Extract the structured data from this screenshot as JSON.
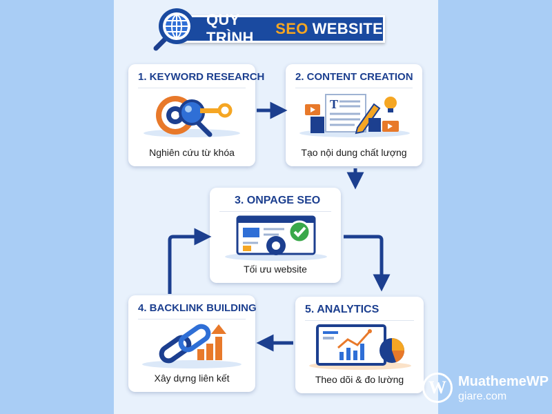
{
  "title": {
    "prefix": "QUY TRÌNH",
    "highlight": "SEO",
    "suffix": "WEBSITE"
  },
  "steps": [
    {
      "title": "1. KEYWORD RESEARCH",
      "label": "Nghiên cứu từ khóa"
    },
    {
      "title": "2. CONTENT CREATION",
      "label": "Tạo nội dung chất lượng"
    },
    {
      "title": "3. ONPAGE SEO",
      "label": "Tối ưu website"
    },
    {
      "title": "4. BACKLINK BUILDING",
      "label": "Xây dựng liên kết"
    },
    {
      "title": "5. ANALYTICS",
      "label": "Theo dõi & đo lường"
    }
  ],
  "watermark": {
    "mark": "W",
    "line1": "MuathemeWP",
    "line2": "giare.com"
  },
  "colors": {
    "navy": "#1c3f8f",
    "blue": "#1a4aa0",
    "orange": "#f5a623",
    "background": "#a9cdf5",
    "panel": "#e8f1fc"
  }
}
